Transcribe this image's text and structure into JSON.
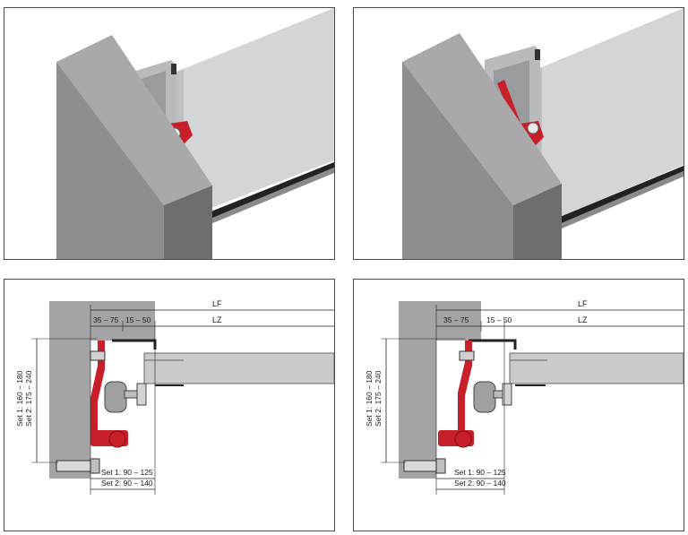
{
  "colors": {
    "wall_front": "#6e6e70",
    "wall_side": "#8e8e90",
    "wall_top": "#a9a9ab",
    "panel_gray": "#d4d5d7",
    "bracket_red": "#c8202b",
    "section_wall": "#a4a4a6",
    "section_door": "#c9cacc"
  },
  "drawings": [
    {
      "dim_lf": "LF",
      "dim_lz": "LZ",
      "dim_gap": "35 – 75",
      "dim_offset": "15 – 50",
      "vertical_set1": "Set 1: 160 – 180",
      "vertical_set2": "Set 2: 175 – 240",
      "bottom_set1": "Set 1: 90 – 125",
      "bottom_set2": "Set 2: 90 – 140"
    },
    {
      "dim_lf": "LF",
      "dim_lz": "LZ",
      "dim_gap": "35 – 75",
      "dim_offset": "15 – 50",
      "vertical_set1": "Set 1: 160 – 180",
      "vertical_set2": "Set 2: 175 – 240",
      "bottom_set1": "Set 1: 90 – 125",
      "bottom_set2": "Set 2: 90 – 140"
    }
  ]
}
